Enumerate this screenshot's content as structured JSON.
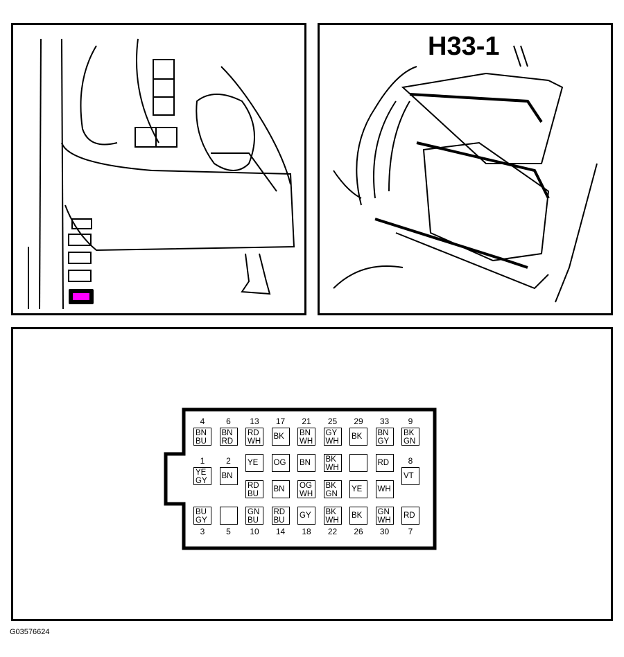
{
  "figure_id": "G03576624",
  "connector_label": "H33-1",
  "colors": {
    "highlight": "#ff00ff",
    "line": "#000000",
    "background": "#ffffff"
  },
  "connector": {
    "top_numbers": [
      "4",
      "6",
      "13",
      "17",
      "21",
      "25",
      "29",
      "33",
      "9"
    ],
    "pins": [
      {
        "num": "4",
        "wire": "BN\nBU",
        "col": 0,
        "row": 0
      },
      {
        "num": "6",
        "wire": "BN\nRD",
        "col": 1,
        "row": 0
      },
      {
        "num": "13",
        "wire": "RD\nWH",
        "col": 2,
        "row": 0
      },
      {
        "num": "17",
        "wire": "BK",
        "col": 3,
        "row": 0
      },
      {
        "num": "21",
        "wire": "BN\nWH",
        "col": 4,
        "row": 0
      },
      {
        "num": "25",
        "wire": "GY\nWH",
        "col": 5,
        "row": 0
      },
      {
        "num": "29",
        "wire": "BK",
        "col": 6,
        "row": 0
      },
      {
        "num": "33",
        "wire": "BN\nGY",
        "col": 7,
        "row": 0
      },
      {
        "num": "9",
        "wire": "BK\nGN",
        "col": 8,
        "row": 0
      },
      {
        "num": "1",
        "wire": "YE\nGY",
        "col": 0,
        "row": 1.5
      },
      {
        "num": "2",
        "wire": "BN",
        "col": 1,
        "row": 1.5
      },
      {
        "num": "",
        "wire": "YE",
        "col": 2,
        "row": 1
      },
      {
        "num": "",
        "wire": "OG",
        "col": 3,
        "row": 1
      },
      {
        "num": "",
        "wire": "BN",
        "col": 4,
        "row": 1
      },
      {
        "num": "",
        "wire": "BK\nWH",
        "col": 5,
        "row": 1
      },
      {
        "num": "",
        "wire": "",
        "col": 6,
        "row": 1
      },
      {
        "num": "",
        "wire": "RD",
        "col": 7,
        "row": 1
      },
      {
        "num": "8",
        "wire": "VT",
        "col": 8,
        "row": 1.5
      },
      {
        "num": "",
        "wire": "RD\nBU",
        "col": 2,
        "row": 2
      },
      {
        "num": "",
        "wire": "BN",
        "col": 3,
        "row": 2
      },
      {
        "num": "",
        "wire": "OG\nWH",
        "col": 4,
        "row": 2
      },
      {
        "num": "",
        "wire": "BK\nGN",
        "col": 5,
        "row": 2
      },
      {
        "num": "",
        "wire": "YE",
        "col": 6,
        "row": 2
      },
      {
        "num": "",
        "wire": "WH",
        "col": 7,
        "row": 2
      },
      {
        "num": "3",
        "wire": "BU\nGY",
        "col": 0,
        "row": 3
      },
      {
        "num": "5",
        "wire": "",
        "col": 1,
        "row": 3
      },
      {
        "num": "10",
        "wire": "GN\nBU",
        "col": 2,
        "row": 3
      },
      {
        "num": "14",
        "wire": "RD\nBU",
        "col": 3,
        "row": 3
      },
      {
        "num": "18",
        "wire": "GY",
        "col": 4,
        "row": 3
      },
      {
        "num": "22",
        "wire": "BK\nWH",
        "col": 5,
        "row": 3
      },
      {
        "num": "26",
        "wire": "BK",
        "col": 6,
        "row": 3
      },
      {
        "num": "30",
        "wire": "GN\nWH",
        "col": 7,
        "row": 3
      },
      {
        "num": "7",
        "wire": "RD",
        "col": 8,
        "row": 3
      }
    ]
  }
}
